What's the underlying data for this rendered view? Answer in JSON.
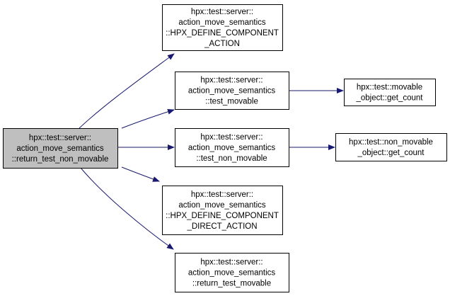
{
  "nodes": [
    {
      "id": "root",
      "kind": "root",
      "lines": [
        "hpx::test::server::",
        "action_move_semantics",
        "::return_test_non_movable"
      ]
    },
    {
      "id": "n1",
      "lines": [
        "hpx::test::server::",
        "action_move_semantics",
        "::HPX_DEFINE_COMPONENT",
        "_ACTION"
      ]
    },
    {
      "id": "n2",
      "lines": [
        "hpx::test::server::",
        "action_move_semantics",
        "::test_movable"
      ]
    },
    {
      "id": "n3",
      "lines": [
        "hpx::test::server::",
        "action_move_semantics",
        "::test_non_movable"
      ]
    },
    {
      "id": "n4",
      "lines": [
        "hpx::test::server::",
        "action_move_semantics",
        "::HPX_DEFINE_COMPONENT",
        "_DIRECT_ACTION"
      ]
    },
    {
      "id": "n5",
      "lines": [
        "hpx::test::server::",
        "action_move_semantics",
        "::return_test_movable"
      ]
    },
    {
      "id": "n6",
      "lines": [
        "hpx::test::movable",
        "_object::get_count"
      ]
    },
    {
      "id": "n7",
      "lines": [
        "hpx::test::non_movable",
        "_object::get_count"
      ]
    }
  ],
  "edges": [
    {
      "from": "root",
      "to": "n1"
    },
    {
      "from": "root",
      "to": "n2"
    },
    {
      "from": "root",
      "to": "n3"
    },
    {
      "from": "root",
      "to": "n4"
    },
    {
      "from": "root",
      "to": "n5"
    },
    {
      "from": "n2",
      "to": "n6"
    },
    {
      "from": "n3",
      "to": "n7"
    }
  ],
  "colors": {
    "root_fill": "#bfbfbf",
    "node_fill": "#ffffff",
    "border": "#000000",
    "edge": "#191970"
  }
}
